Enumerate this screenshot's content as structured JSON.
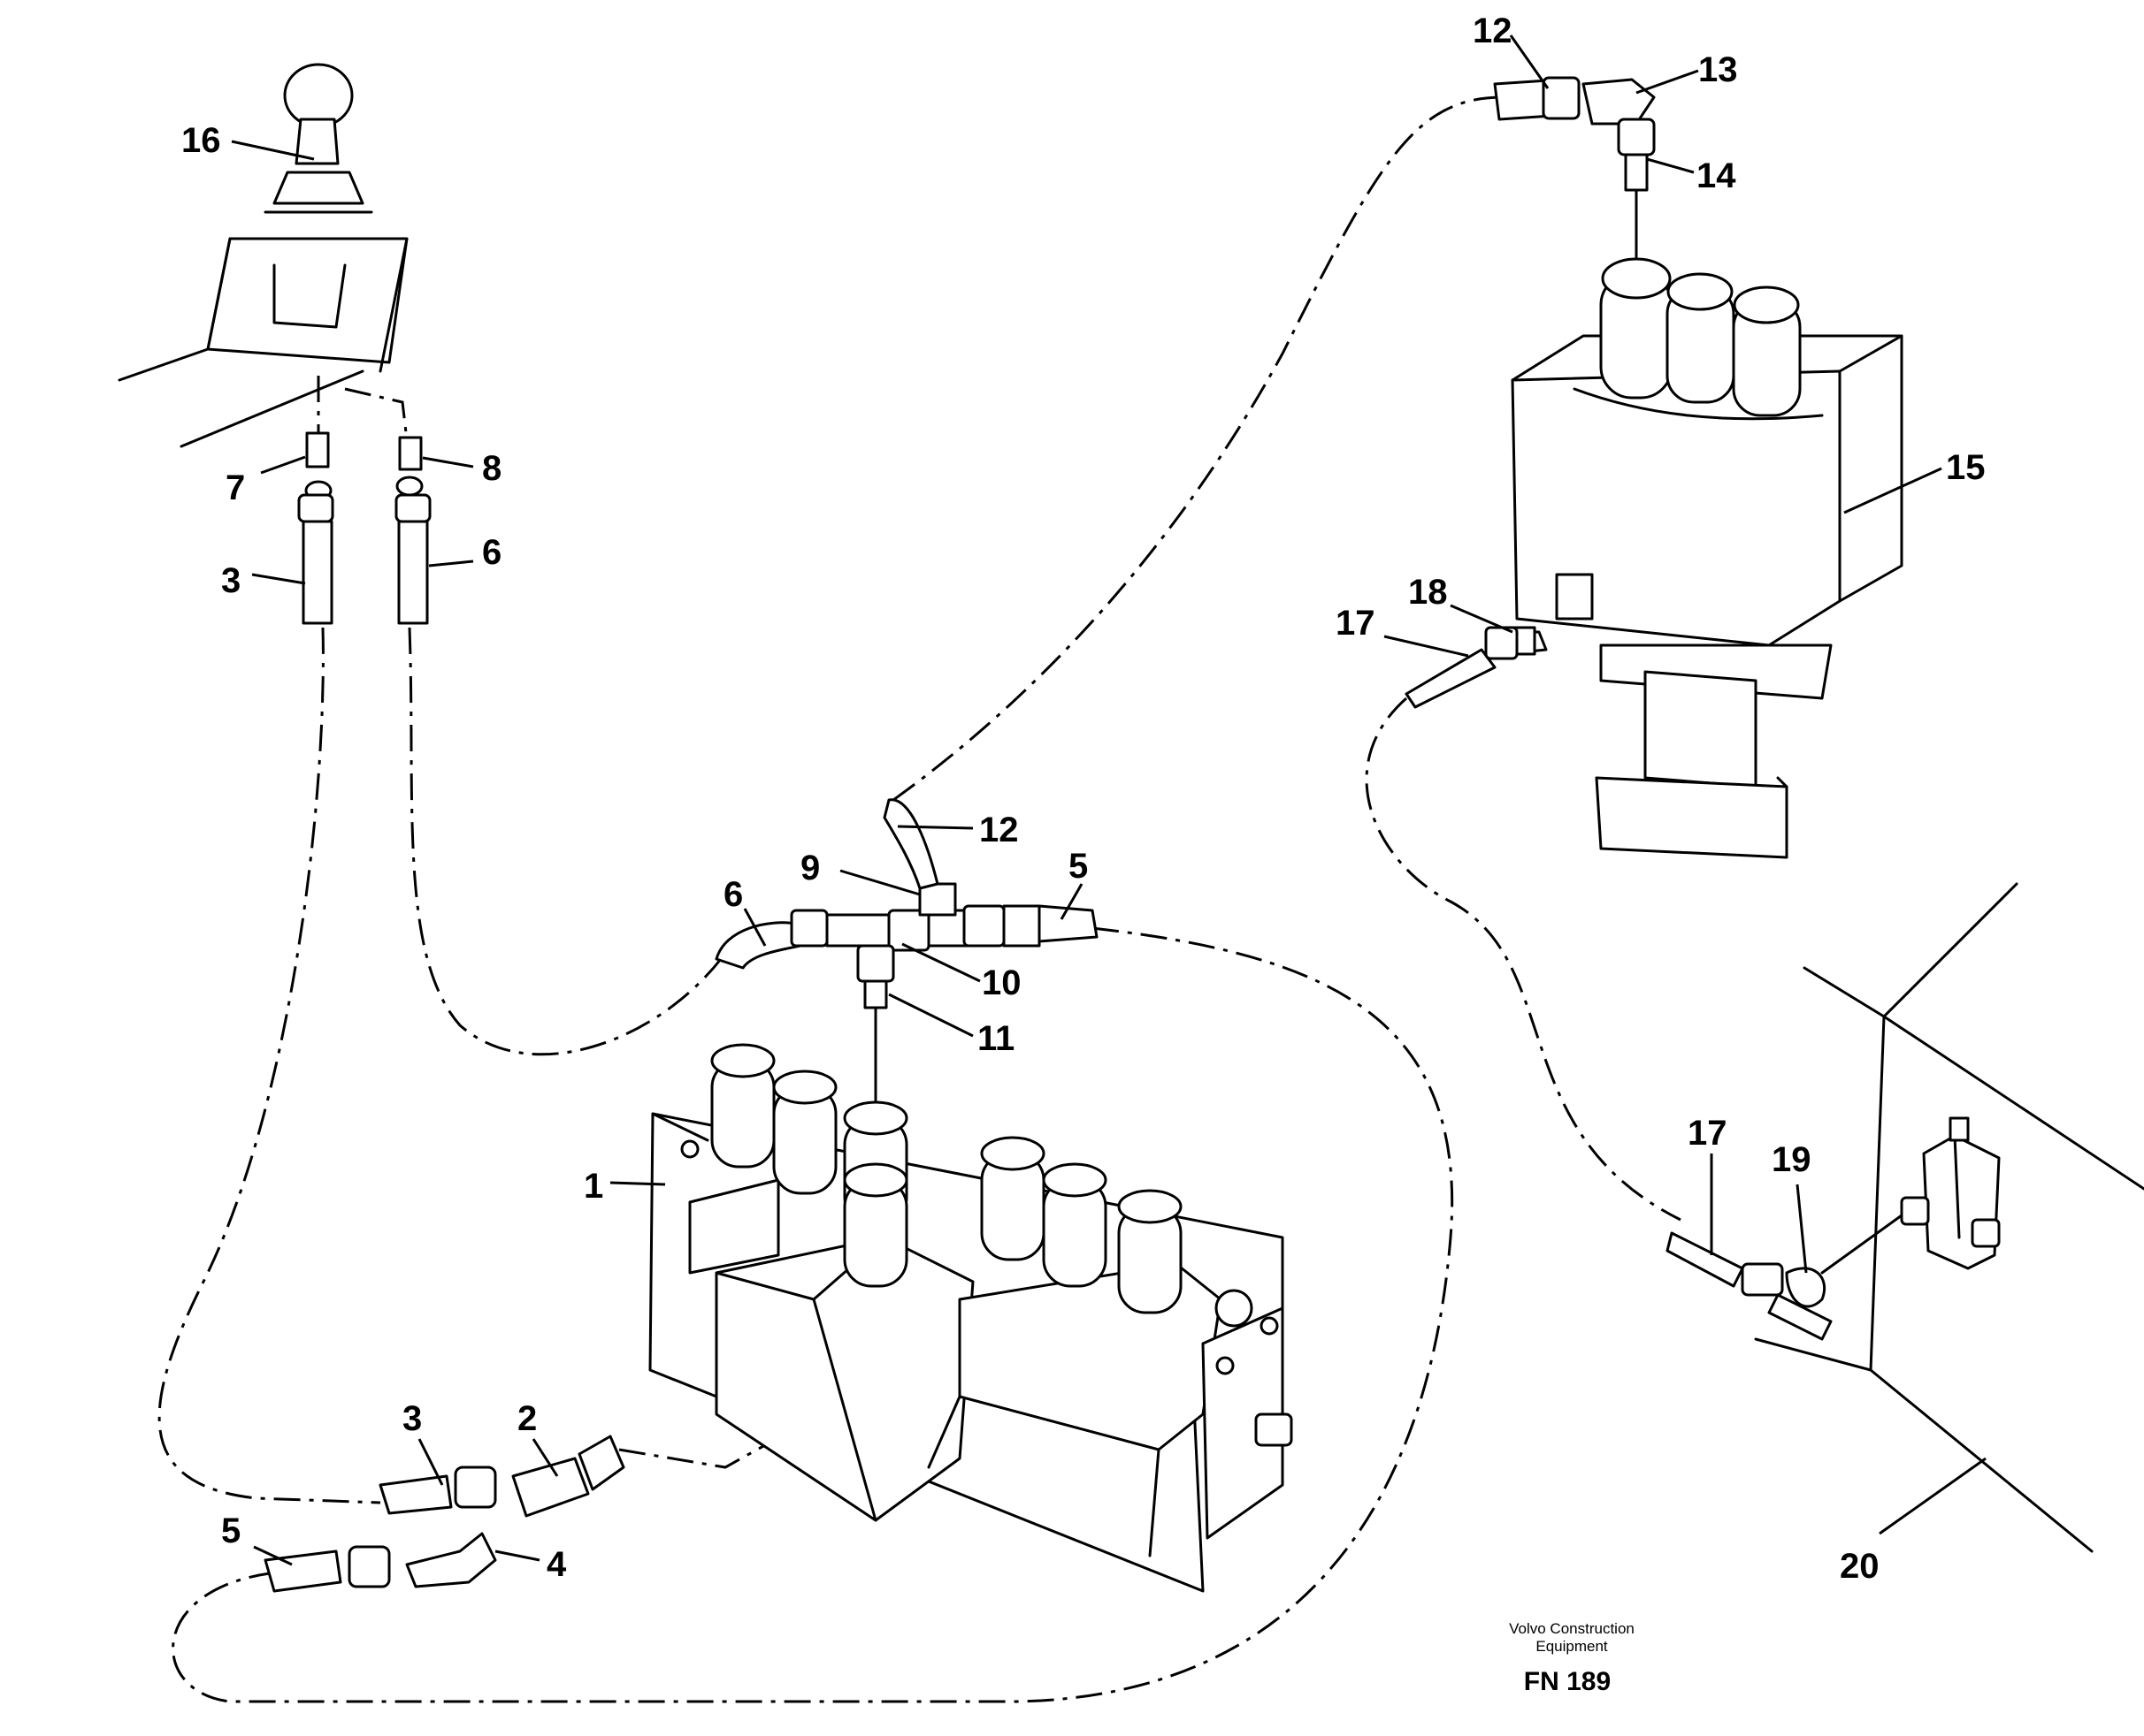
{
  "callouts": {
    "c1": "1",
    "c2": "2",
    "c3a": "3",
    "c3b": "3",
    "c4": "4",
    "c5a": "5",
    "c5b": "5",
    "c6a": "6",
    "c6b": "6",
    "c7": "7",
    "c8": "8",
    "c9": "9",
    "c10": "10",
    "c11": "11",
    "c12a": "12",
    "c12b": "12",
    "c13": "13",
    "c14": "14",
    "c15": "15",
    "c16": "16",
    "c17a": "17",
    "c17b": "17",
    "c18": "18",
    "c19": "19",
    "c20": "20"
  },
  "footer": {
    "company_line1": "Volvo Construction",
    "company_line2": "Equipment",
    "figure_code": "FN 189"
  }
}
